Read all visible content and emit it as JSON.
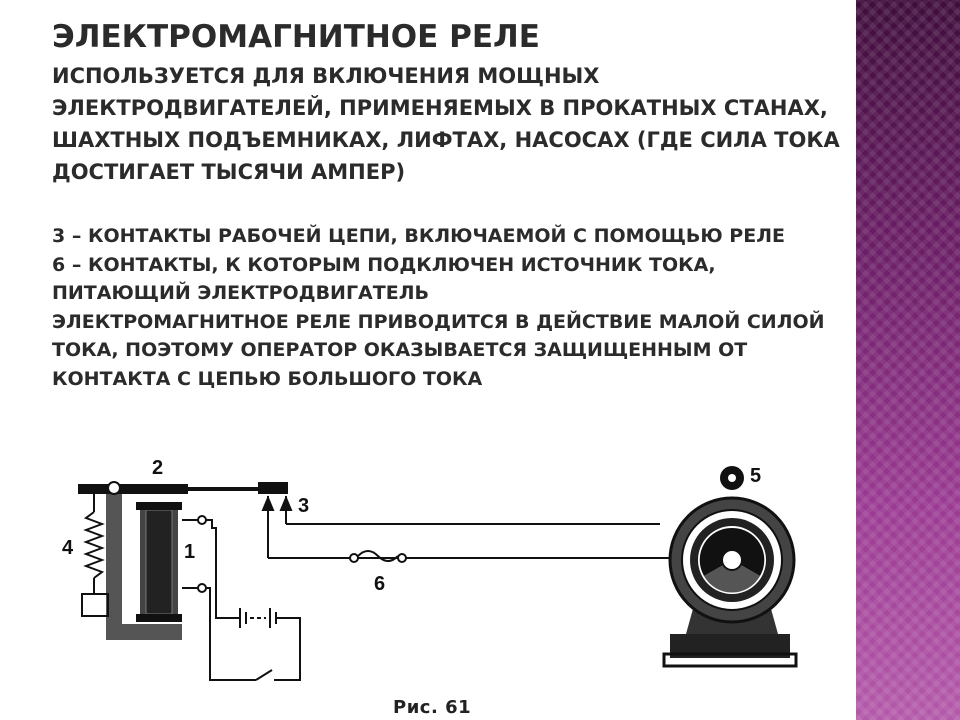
{
  "title": "Электромагнитное реле",
  "lead": "используется для включения мощных электродвигателей,  применяемых в прокатных станах, шахтных подъемниках, лифтах, насосах (где сила тока достигает тысячи ампер)",
  "notes": [
    "3 – контакты рабочей цепи, включаемой с помощью реле",
    "6 – контакты, к которым подключен источник тока, питающий электродвигатель",
    "Электромагнитное реле приводится в действие малой силой тока, поэтому оператор оказывается защищенным от контакта с цепью большого тока"
  ],
  "figure": {
    "labels": {
      "armature": "2",
      "contacts": "3",
      "spring": "4",
      "coil": "1",
      "motor": "5",
      "fuse": "6"
    },
    "caption": "Рис. 61"
  },
  "colors": {
    "stripe": "#6a1d64",
    "text": "#2b2b2b"
  }
}
